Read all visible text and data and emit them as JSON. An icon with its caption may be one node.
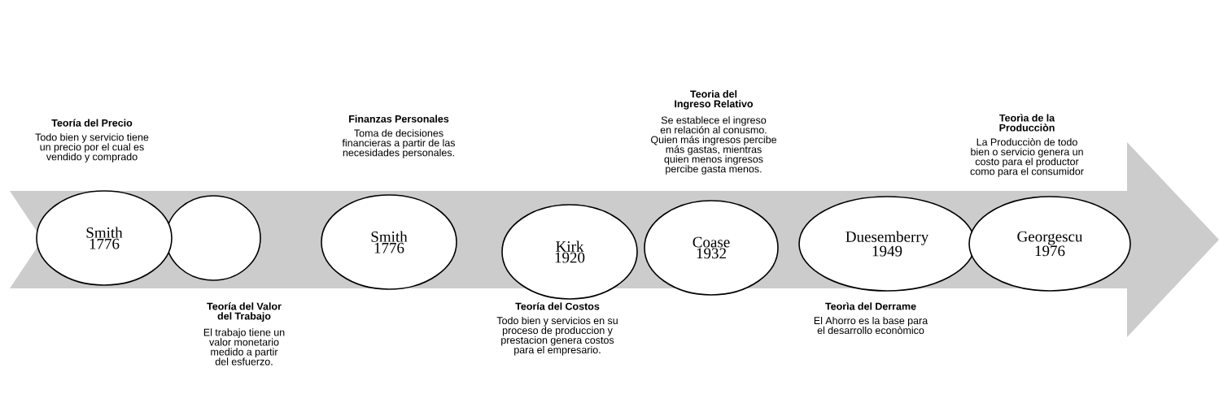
{
  "diagram": {
    "nodes": [
      {
        "text": [
          "Smith 1776"
        ],
        "beside": [
          "Teoría del Precio",
          "Todo bien y servicio tiene un precio por el cual es vendido y comprado"
        ]
      },
      {
        "text": [],
        "shape": "circle",
        "beside": [
          "Teoría del Valor del Trabajo",
          "El trabajo tiene un valor monetario medido a partir del esfuerzo."
        ]
      },
      {
        "text": [
          "Smith 1776"
        ],
        "beside": [
          "Finanzas Personales",
          "Toma de decisiones financieras a partir de las necesidades personales."
        ]
      },
      {
        "text": [
          "Kirk 1920"
        ],
        "beside": [
          "Teoría del Costos",
          "Todo bien y servicios en su proceso de produccion y prestacion genera costos para el empresario."
        ]
      },
      {
        "text": [
          "Coase 1932"
        ],
        "beside": [
          "Teoria del Ingreso Relativo",
          "Se establece el ingreso en relación al conusmo. Quien más ingresos percibe más gastas, mientras quien menos ingresos percibe gasta menos."
        ]
      },
      {
        "text": [
          "Duesemberry 1949"
        ],
        "beside": [
          "Teorìa del Derrame",
          "El Ahorro es la base para el desarrollo econòmico"
        ]
      },
      {
        "text": [
          "Georgescu 1976"
        ],
        "beside": [
          "Teorìa de la Producciòn",
          "La Producciòn de todo bien o servicio genera un costo para el productor como para el consumidor"
        ]
      }
    ]
  }
}
